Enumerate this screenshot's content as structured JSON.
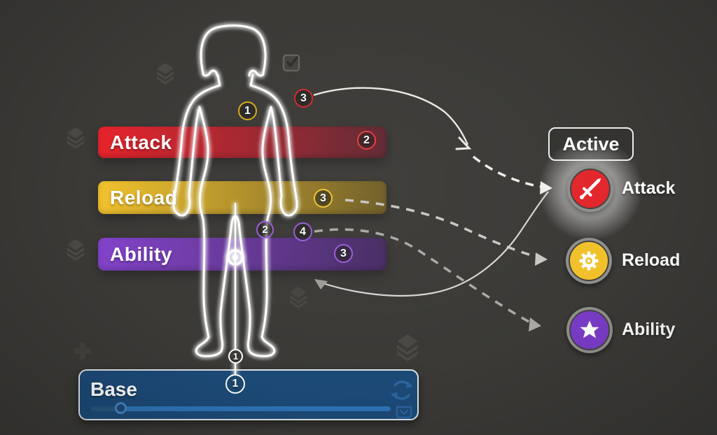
{
  "tracks": [
    {
      "label": "Attack",
      "badge": "2",
      "color_from": "#e8232c",
      "color_to": "#5f2731"
    },
    {
      "label": "Reload",
      "badge": "3",
      "color_from": "#f2c22d",
      "color_to": "#6e5c25"
    },
    {
      "label": "Ability",
      "badge": "3",
      "color_from": "#8343cb",
      "color_to": "#462b61"
    }
  ],
  "floating_badges": {
    "chest": "1",
    "flow_source": "3",
    "pre_ability_left": "2",
    "pre_ability_right": "4"
  },
  "base_link_badges": {
    "upper": "1",
    "lower": "1"
  },
  "active_panel": {
    "title": "Active",
    "items": [
      {
        "label": "Attack",
        "icon": "sword-icon",
        "color": "#e2262c"
      },
      {
        "label": "Reload",
        "icon": "gear-icon",
        "color": "#f1c12b"
      },
      {
        "label": "Ability",
        "icon": "star-icon",
        "color": "#7a3cc7"
      }
    ]
  },
  "base_panel": {
    "label": "Base",
    "slider_pct": 10
  },
  "palette": {
    "background": "#3b3a37",
    "base_panel": "#1c4a77",
    "slider_track": "#2e73b4",
    "attack": "#e8232c",
    "reload": "#f2c22d",
    "ability": "#8343cb",
    "outline": "#ffffff"
  }
}
